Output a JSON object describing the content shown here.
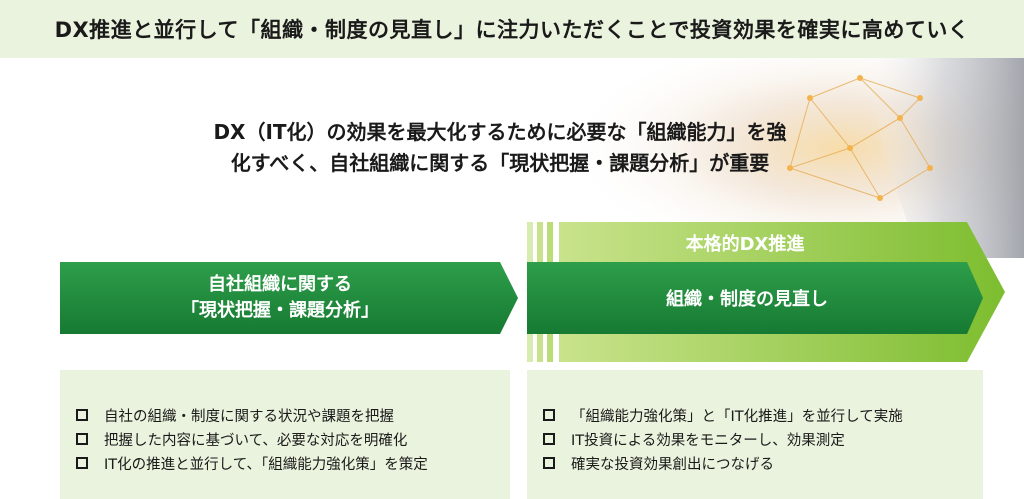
{
  "header": {
    "title": "DX推進と並行して「組織・制度の見直し」に注力いただくことで投資効果を確実に高めていく"
  },
  "lead": {
    "line1": "DX（IT化）の効果を最大化するために必要な「組織能力」を強",
    "line2": "化すべく、自社組織に関する「現状把握・課題分析」が重要"
  },
  "left_step": {
    "line1": "自社組織に関する",
    "line2": "「現状把握・課題分析」"
  },
  "right_step": {
    "tag": "本格的DX推進",
    "label": "組織・制度の見直し"
  },
  "left_box": {
    "items": [
      "自社の組織・制度に関する状況や課題を把握",
      "把握した内容に基づいて、必要な対応を明確化",
      "IT化の推進と並行して、「組織能力強化策」を策定"
    ]
  },
  "right_box": {
    "items": [
      "「組織能力強化策」と「IT化推進」を並行して実施",
      "IT投資による効果をモニターし、効果測定",
      "確実な投資効果創出につなげる"
    ]
  },
  "colors": {
    "dark_green": "#1e8a3e",
    "light_green": "#8cc63f",
    "pale_green": "#eaf3dd"
  }
}
